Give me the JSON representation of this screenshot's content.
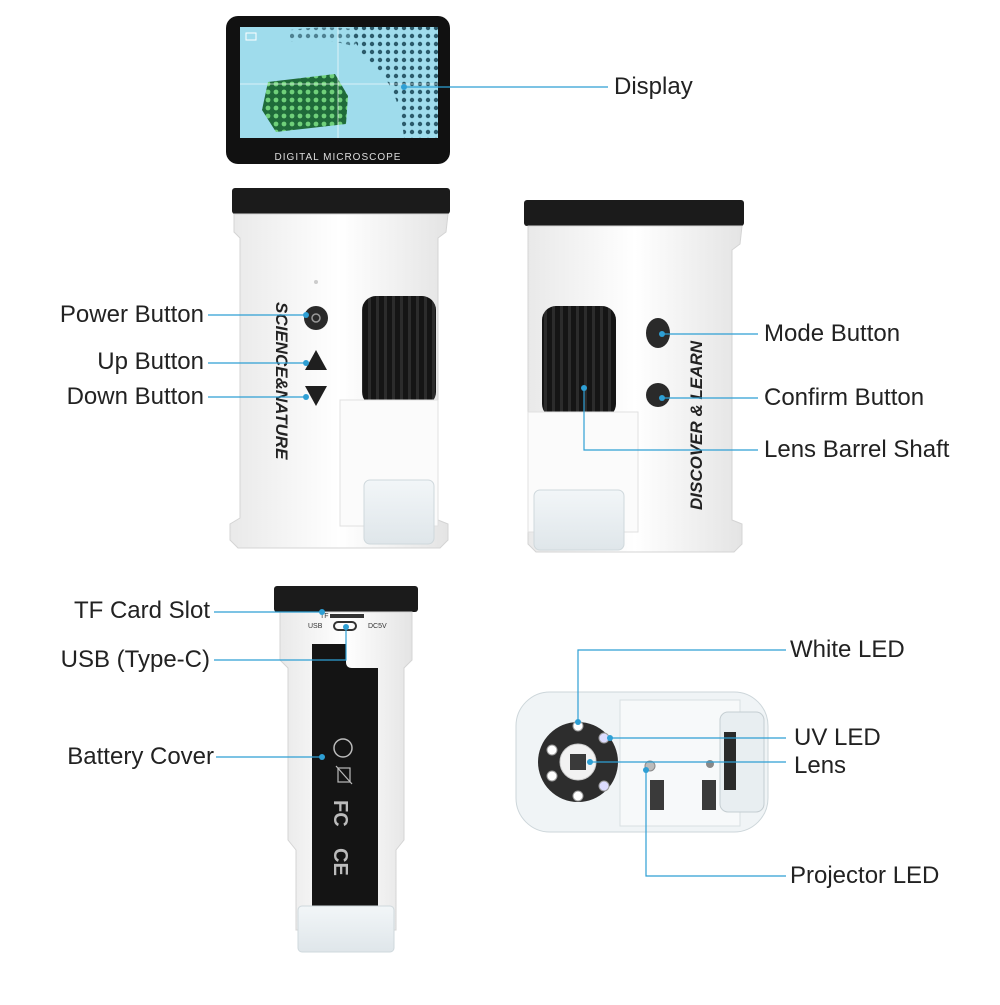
{
  "colors": {
    "callout_line": "#2e9fd4",
    "body": "#f7f7f7",
    "body_stroke": "#d0d0d0",
    "black": "#1a1a1a",
    "screen": "#8fd3e6"
  },
  "screen_text": "DIGITAL   MICROSCOPE",
  "body_text_left": "SCIENCE&NATURE",
  "body_text_right": "DISCOVER & LEARN",
  "port_labels": {
    "tf": "TF",
    "usb": "USB",
    "dc": "DC5V"
  },
  "cover_marks": {
    "ce": "CE",
    "fc": "FC"
  },
  "callouts": {
    "display": "Display",
    "power": "Power Button",
    "up": "Up Button",
    "down": "Down Button",
    "mode": "Mode Button",
    "confirm": "Confirm Button",
    "lens_barrel": "Lens Barrel Shaft",
    "tf_slot": "TF Card Slot",
    "usb": "USB (Type-C)",
    "battery": "Battery Cover",
    "white_led": "White LED",
    "uv_led": "UV LED",
    "lens": "Lens",
    "projector_led": "Projector LED"
  }
}
